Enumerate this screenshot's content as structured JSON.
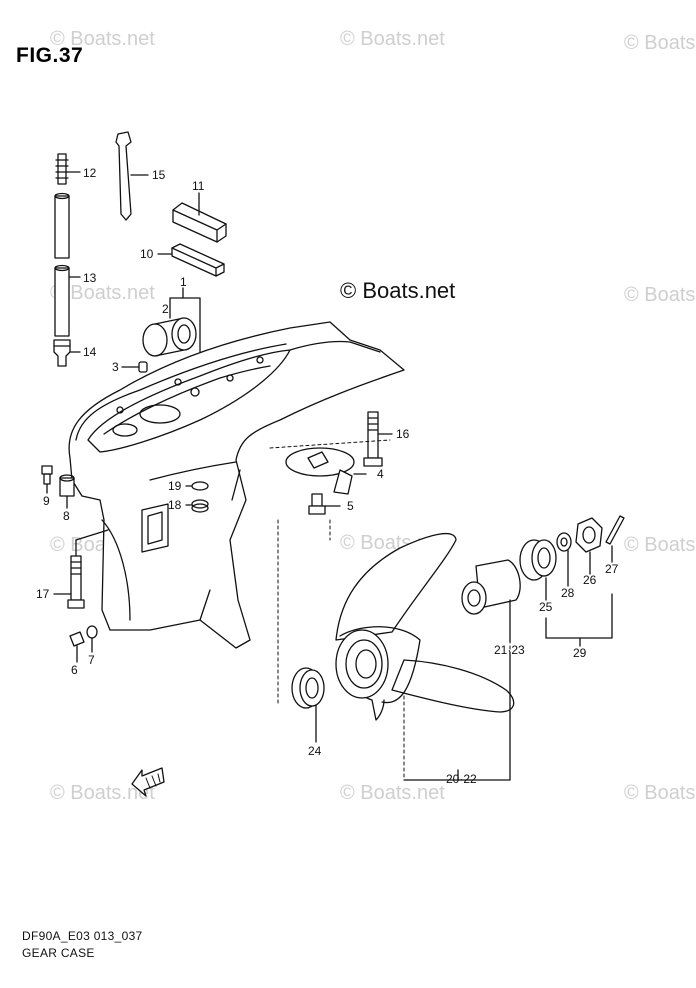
{
  "figure": {
    "title": "FIG.37",
    "code": "DF90A_E03 013_037",
    "caption": "GEAR CASE"
  },
  "watermark": {
    "main": "© Boats.net",
    "faint": "© Boats.net"
  },
  "callouts": {
    "c1": "1",
    "c2": "2",
    "c3": "3",
    "c4": "4",
    "c5": "5",
    "c6": "6",
    "c7": "7",
    "c8": "8",
    "c9": "9",
    "c10": "10",
    "c11": "11",
    "c12": "12",
    "c13": "13",
    "c14": "14",
    "c15": "15",
    "c16": "16",
    "c17": "17",
    "c18": "18",
    "c19": "19",
    "c20_22": "20·22",
    "c21_23": "21·23",
    "c24": "24",
    "c25": "25",
    "c26": "26",
    "c27": "27",
    "c28": "28",
    "c29": "29"
  }
}
